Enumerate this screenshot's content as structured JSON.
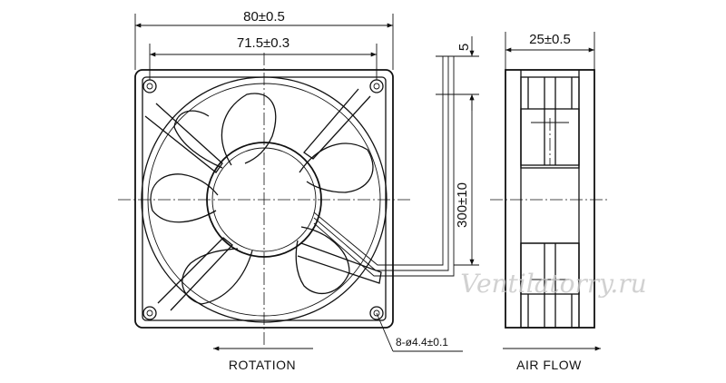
{
  "dimensions": {
    "overall_width": "80±0.5",
    "hole_spacing": "71.5±0.3",
    "lead_offset": "5",
    "lead_length": "300±10",
    "thickness": "25±0.5",
    "holes": "8-ø4.4±0.1"
  },
  "labels": {
    "rotation": "ROTATION",
    "air_flow": "AIR FLOW"
  },
  "watermark": "Ventilatorry.ru"
}
